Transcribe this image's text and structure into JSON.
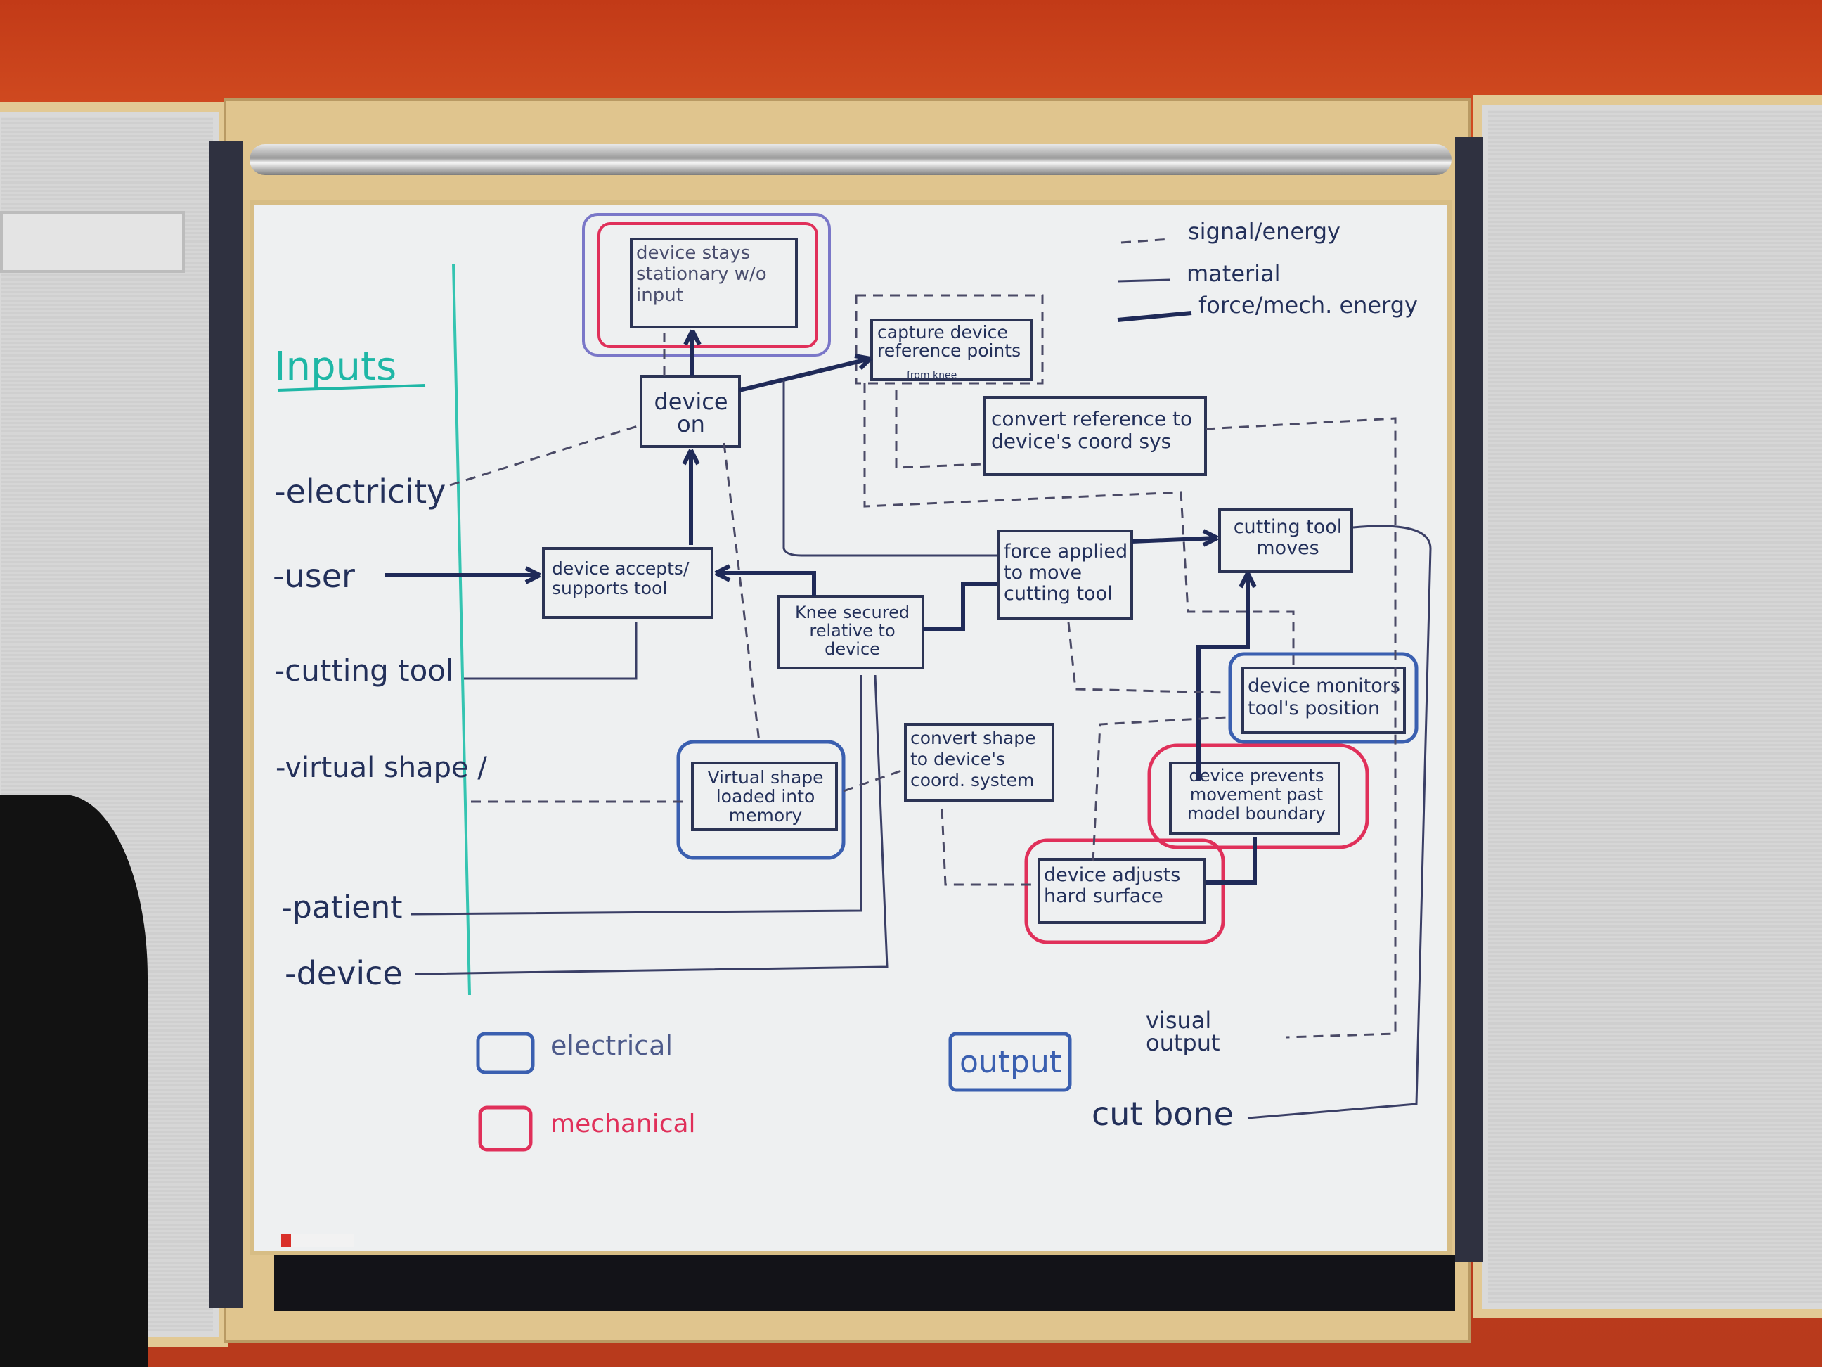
{
  "legend": {
    "signal": "signal/energy",
    "material": "material",
    "force": "force/mech. energy"
  },
  "inputs_heading": "Inputs",
  "inputs": [
    "-electricity",
    "-user",
    "-cutting tool",
    "-virtual shape /",
    "-patient",
    "-device"
  ],
  "nodes": {
    "stationary": "device stays stationary w/o input",
    "device_on": "device on",
    "capture": "capture device reference points",
    "capture_sub": "from knee",
    "convert_ref": "convert reference to device's coord sys",
    "accepts": "device accepts/ supports tool",
    "knee": "Knee secured relative to device",
    "force": "force applied to move cutting tool",
    "tool_moves": "cutting tool moves",
    "monitors": "device monitors tool's position",
    "virtual": "Virtual shape loaded into memory",
    "convert_shape": "convert shape to device's coord. system",
    "prevents": "device prevents movement past model boundary",
    "adjusts": "device adjusts hard surface"
  },
  "key": {
    "electrical": "electrical",
    "mechanical": "mechanical",
    "electrical_color": "#3a5fb0",
    "mechanical_color": "#e0305a"
  },
  "output_label": "output",
  "outputs": {
    "visual": "visual output",
    "cut": "cut bone"
  },
  "colors": {
    "marker": "#23305a",
    "inputs_heading": "#1fb7a6",
    "wall": "#c8411d"
  }
}
